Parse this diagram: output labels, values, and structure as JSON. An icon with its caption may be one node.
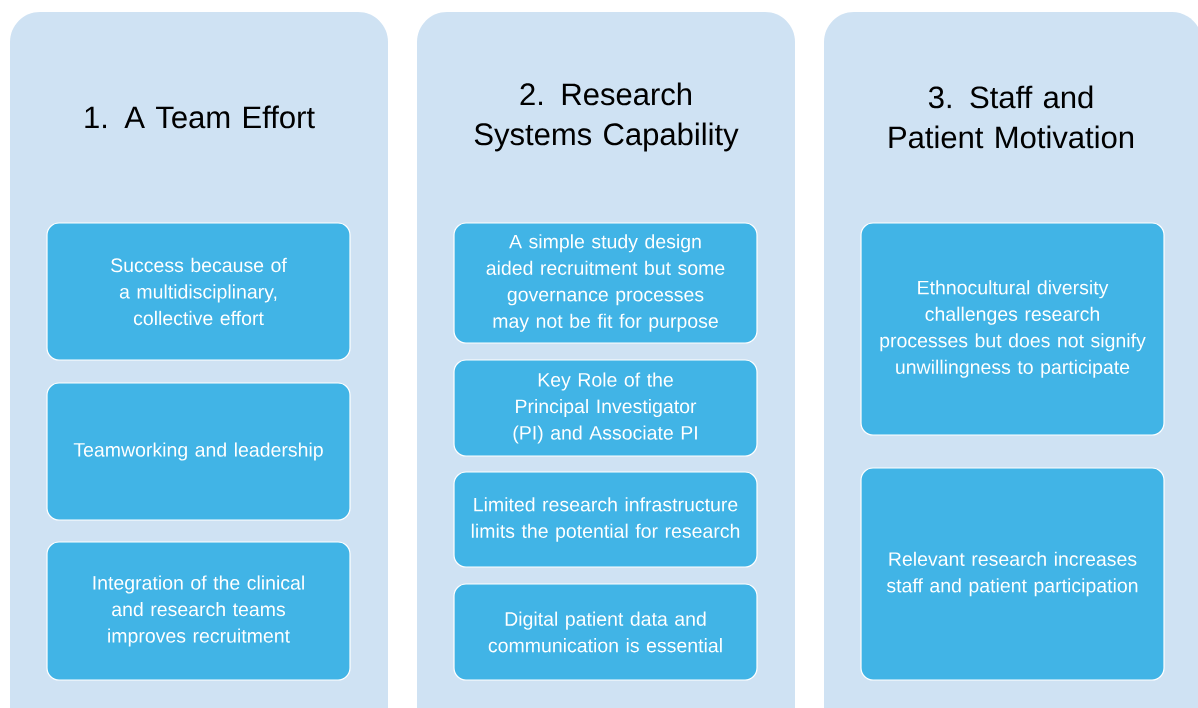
{
  "diagram": {
    "nodes": [
      {
        "text": [
          "1. A Team Effort"
        ]
      },
      {
        "text": [
          "Success because of a multidisciplinary, collective effort"
        ],
        "in": 0
      },
      {
        "text": [
          "Teamworking and leadership"
        ],
        "in": 0
      },
      {
        "text": [
          "Integration of the clinical and research teams improves recruitment"
        ],
        "in": 0
      },
      {
        "text": [
          "2. Research Systems Capability"
        ]
      },
      {
        "text": [
          "A simple study design aided recruitment but some governance processes may not be fit for purpose"
        ],
        "in": 4
      },
      {
        "text": [
          "Key Role of the Principal Investigator (PI) and Associate PI"
        ],
        "in": 4
      },
      {
        "text": [
          "Limited research infrastructure limits the potential for research"
        ],
        "in": 4
      },
      {
        "text": [
          "Digital patient data and communication is essential"
        ],
        "in": 4
      },
      {
        "text": [
          "3. Staff and Patient Motivation"
        ]
      },
      {
        "text": [
          "Ethnocultural diversity challenges research processes but does not signify unwillingness to participate"
        ],
        "in": 9
      },
      {
        "text": [
          "Relevant research increases staff and patient participation"
        ],
        "in": 9
      }
    ]
  }
}
